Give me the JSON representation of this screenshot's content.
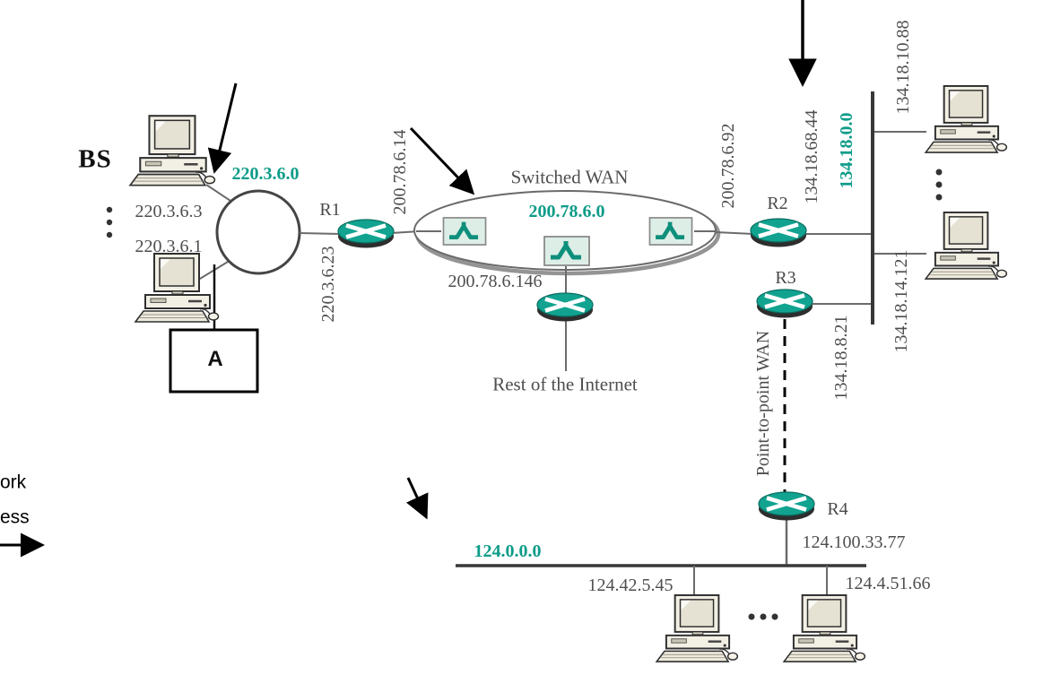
{
  "colors": {
    "network_address_teal": "#0d9c89",
    "router_body_teal": "#11a390",
    "switch_fill": "#ddeee7",
    "text_gray": "#4e4e4e",
    "line_gray": "#6b6b6b"
  },
  "side_note": {
    "line1": "ork",
    "line2": "ess"
  },
  "left_lan": {
    "station_label": "BS",
    "network": "220.3.6.0",
    "host_upper": "220.3.6.3",
    "host_lower": "220.3.6.1",
    "router_port": "220.3.6.23",
    "host_box": "A"
  },
  "switched_wan": {
    "title": "Switched WAN",
    "network": "200.78.6.0",
    "port_left": "200.78.6.14",
    "port_bottom": "200.78.6.146",
    "port_right": "200.78.6.92",
    "internet": "Rest of the Internet"
  },
  "routers": {
    "r1": "R1",
    "r2": "R2",
    "r3": "R3",
    "r4": "R4"
  },
  "right_lan": {
    "network": "134.18.0.0",
    "r2_port": "134.18.68.44",
    "host_top": "134.18.10.88",
    "host_bottom": "134.18.14.121",
    "r3_port": "134.18.8.21"
  },
  "ptp_wan": {
    "title": "Point-to-point WAN"
  },
  "bottom_lan": {
    "network": "124.0.0.0",
    "r4_port": "124.100.33.77",
    "host_left": "124.42.5.45",
    "host_right": "124.4.51.66"
  }
}
